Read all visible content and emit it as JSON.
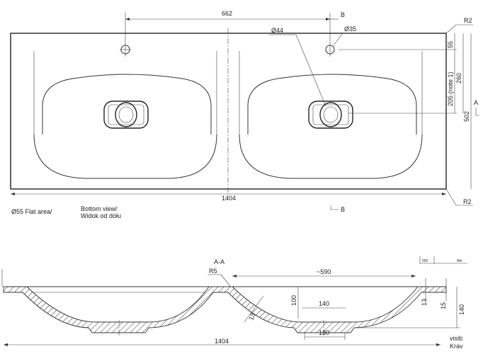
{
  "top_view": {
    "dim_tap_spacing": "662",
    "section_b_top": "B",
    "section_b_bottom": "B",
    "dia_drain": "Ø44",
    "dia_tap": "Ø35",
    "radius_top": "R2",
    "radius_bottom": "R2",
    "dim_tap_from_back": "55",
    "dim_drain_note": "205 (note 1)",
    "dim_drain_from_back": "260",
    "dim_depth": "502",
    "section_a": "A",
    "dim_width": "1404",
    "flat_area_label": "Ø55 Flat area/",
    "bottom_view_label_en": "Bottom view/",
    "bottom_view_label_pl": "Widok od dołu"
  },
  "section_view": {
    "title": "A-A",
    "radius": "R5",
    "dim_basin_width": "~590",
    "dim_basin_depth": "100",
    "dim_drain_top": "140",
    "dim_wall_thickness": "13",
    "dim_drain_bottom": "130",
    "dim_width": "1404",
    "dim_rim_thickness": "13",
    "dim_rim_height": "15",
    "dim_total_height": "140",
    "note_line1": "visib",
    "note_line2": "Krav",
    "title_block_code": "002",
    "title_block_text": "Afn"
  }
}
